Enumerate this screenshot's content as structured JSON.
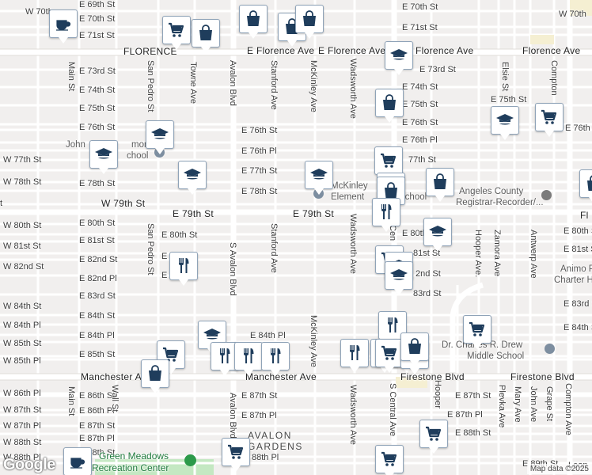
{
  "map": {
    "attribution": "Map data ©2025",
    "logo": "Google",
    "colors": {
      "background": "#f1efee",
      "street": "#ffffff",
      "major_road": "#ffffff",
      "park": "#c4e8c2",
      "pin_icon": "#1f3d5c"
    }
  },
  "labels": {
    "w70th": "W 70th",
    "e70th_left": "E 70th St",
    "e71st_left": "E 71st St",
    "e69th": "E 69th St",
    "e70th_right": "E 70th St",
    "e71st_right": "E 71st St",
    "w70th_right": "W 70th",
    "florence_left": "FLORENCE",
    "florence_ave": "E Florence Ave",
    "florence_ave2": "E Florence Ave",
    "florence_ave3": "Florence Ave",
    "florence_right": "Florence Ave",
    "e73rd_left": "E 73rd St",
    "e74th_left": "E 74th St",
    "e75th_left": "E 75th St",
    "e76th_left": "E 76th St",
    "e73rd_right": "E 73rd St",
    "e74th_right": "E 74th St",
    "e75th_right": "E 75th St",
    "e75th_far": "E 75th St",
    "e76th_mid": "E 76th St",
    "e76th_right": "E 76th St",
    "e76pl_mid": "E 76th Pl",
    "e76pl_right": "E 76th Pl",
    "w77th": "W 77th St",
    "e77th_mid": "E 77th St",
    "e77th_right": "77th St",
    "w78th": "W 78th St",
    "e78th_left": "E 78th St",
    "e78th_mid": "E 78th St",
    "w79th": "W 79th St",
    "e79th_mid": "E 79th St",
    "e79th_right": "E 79th St",
    "w80th": "W 80th St",
    "e80th_left": "E 80th St",
    "e80th_mid": "E 80th St",
    "e80th_right": "E 80th",
    "e80th_far": "E 80th St",
    "w81st": "W 81st St",
    "e81st_left": "E 81st St",
    "e81st_right": "81st St",
    "e81st_far": "E 81st St",
    "w82nd": "W 82nd St",
    "e82nd_left": "E 82nd St",
    "e82nd_right": "2nd St",
    "e82pl_left": "E 82nd Pl",
    "e82pl_mid": "E",
    "e82nd_mid": "E",
    "e83rd_left": "E 83rd St",
    "e83rd_right": "83rd St",
    "e83rd_far": "E 83rd St",
    "w84th": "W 84th St",
    "w84pl": "W 84th Pl",
    "e84th_left": "E 84th St",
    "e84pl_left": "E 84th Pl",
    "e84pl_mid": "E 84th Pl",
    "e84th_far": "E 84th St",
    "w85th": "W 85th St",
    "w85pl": "W 85th Pl",
    "e85th_left": "E 85th St",
    "manchester_left": "Manchester Ave",
    "manchester_mid": "Manchester Ave",
    "firestone": "Firestone Blvd",
    "firestone_right": "Firestone Blvd",
    "w86pl": "W 86th Pl",
    "w87th": "W 87th St",
    "w87pl": "W 87th Pl",
    "w88th": "W 88th St",
    "w88pl": "W 88th Pl",
    "e86th_left": "E 86th St",
    "e86pl_left": "E 86th Pl",
    "e87th_left": "E 87th St",
    "e87pl_left": "E 87th Pl",
    "e88th_left": "E 88th St",
    "e87th_mid": "E 87th St",
    "e87pl_mid": "E 87th Pl",
    "e88pl_mid": "88th Pl",
    "e87th_right": "E 87th St",
    "e87pl_right": "E 87th Pl",
    "e88th_right": "E 88th St",
    "e89th_right": "E 89th St",
    "main_st": "Main St",
    "main_st2": "Main St",
    "wall_st": "Wall St",
    "san_pedro": "San Pedro St",
    "san_pedro2": "San Pedro St",
    "towne": "Towne Ave",
    "avalon": "Avalon Blvd",
    "s_avalon": "S Avalon Blvd",
    "avalon2": "Avalon Blvd",
    "stanford": "Stanford Ave",
    "stanford2": "Stanford Ave",
    "mckinley": "McKinley Ave",
    "mckinley2": "McKinley Ave",
    "wadsworth": "Wadsworth Ave",
    "wadsworth2": "Wadsworth Ave",
    "wadsworth3": "Wadsworth Ave",
    "central_top": "er",
    "central_mid": "Cen",
    "s_central": "S Central Ave",
    "hooper": "Hooper Ave.",
    "hooper2": "Hooper",
    "elsie": "Elsie St",
    "compton": "Compton",
    "compton2": "Compton Ave",
    "zamora": "Zamora Ave",
    "antwerp": "Antwerp Ave",
    "plevka": "Plevka Ave",
    "mary": "Mary Ave",
    "john": "John Ave",
    "grape": "Grape St",
    "school1": "John",
    "school1b": "mon",
    "school1c": "chool",
    "school2": "McKinley",
    "school2b": "Element",
    "school2c": "School",
    "registrar": "Angeles County",
    "registrar2": "Registrar-Recorder/...",
    "animo": "Animo P",
    "animo2": "Charter Hig",
    "drew": "Dr. Charles R. Drew",
    "drew2": "Middle School",
    "avalon_gardens": "AVALON",
    "avalon_gardens2": "GARDENS",
    "green_meadows": "Green Meadows",
    "green_meadows2": "Recreation Center",
    "fl_right": "Fl",
    "leon": "Leon"
  },
  "pins": [
    {
      "name": "cafe-pin",
      "icon": "cafe"
    },
    {
      "name": "shop-pin",
      "icon": "cart"
    },
    {
      "name": "store-pin",
      "icon": "bag"
    },
    {
      "name": "store-pin",
      "icon": "bag"
    },
    {
      "name": "store-pin",
      "icon": "bag"
    },
    {
      "name": "store-pin",
      "icon": "bag"
    },
    {
      "name": "school-pin",
      "icon": "school"
    },
    {
      "name": "store-pin",
      "icon": "bag"
    },
    {
      "name": "school-pin",
      "icon": "school"
    },
    {
      "name": "shop-pin",
      "icon": "cart"
    },
    {
      "name": "school-pin",
      "icon": "school"
    },
    {
      "name": "school-pin",
      "icon": "school"
    },
    {
      "name": "school-pin",
      "icon": "school"
    },
    {
      "name": "school-pin",
      "icon": "school"
    },
    {
      "name": "shop-pin",
      "icon": "cart"
    },
    {
      "name": "store-pin",
      "icon": "bag"
    },
    {
      "name": "shop-pin",
      "icon": "cart"
    },
    {
      "name": "store-pin",
      "icon": "bag"
    },
    {
      "name": "store-pin",
      "icon": "bag"
    },
    {
      "name": "restaurant-pin",
      "icon": "fork"
    },
    {
      "name": "school-pin",
      "icon": "school"
    },
    {
      "name": "shop-pin",
      "icon": "cart"
    },
    {
      "name": "restaurant-pin",
      "icon": "fork"
    },
    {
      "name": "school-pin",
      "icon": "school"
    },
    {
      "name": "school-pin",
      "icon": "school"
    },
    {
      "name": "restaurant-pin",
      "icon": "fork"
    },
    {
      "name": "school-pin",
      "icon": "school"
    },
    {
      "name": "shop-pin",
      "icon": "cart"
    },
    {
      "name": "store-pin",
      "icon": "bag"
    },
    {
      "name": "restaurant-pin",
      "icon": "fork"
    },
    {
      "name": "restaurant-pin",
      "icon": "fork"
    },
    {
      "name": "restaurant-pin",
      "icon": "fork"
    },
    {
      "name": "restaurant-pin",
      "icon": "fork"
    },
    {
      "name": "restaurant-pin",
      "icon": "fork"
    },
    {
      "name": "restaurant-pin",
      "icon": "fork"
    },
    {
      "name": "shop-pin",
      "icon": "cart"
    },
    {
      "name": "shop-pin",
      "icon": "cart"
    },
    {
      "name": "cafe-pin",
      "icon": "cafe"
    },
    {
      "name": "shop-pin",
      "icon": "cart"
    },
    {
      "name": "shop-pin",
      "icon": "cart"
    },
    {
      "name": "shop-pin",
      "icon": "cart"
    },
    {
      "name": "store-pin",
      "icon": "bag"
    },
    {
      "name": "shop-pin",
      "icon": "cart"
    }
  ]
}
